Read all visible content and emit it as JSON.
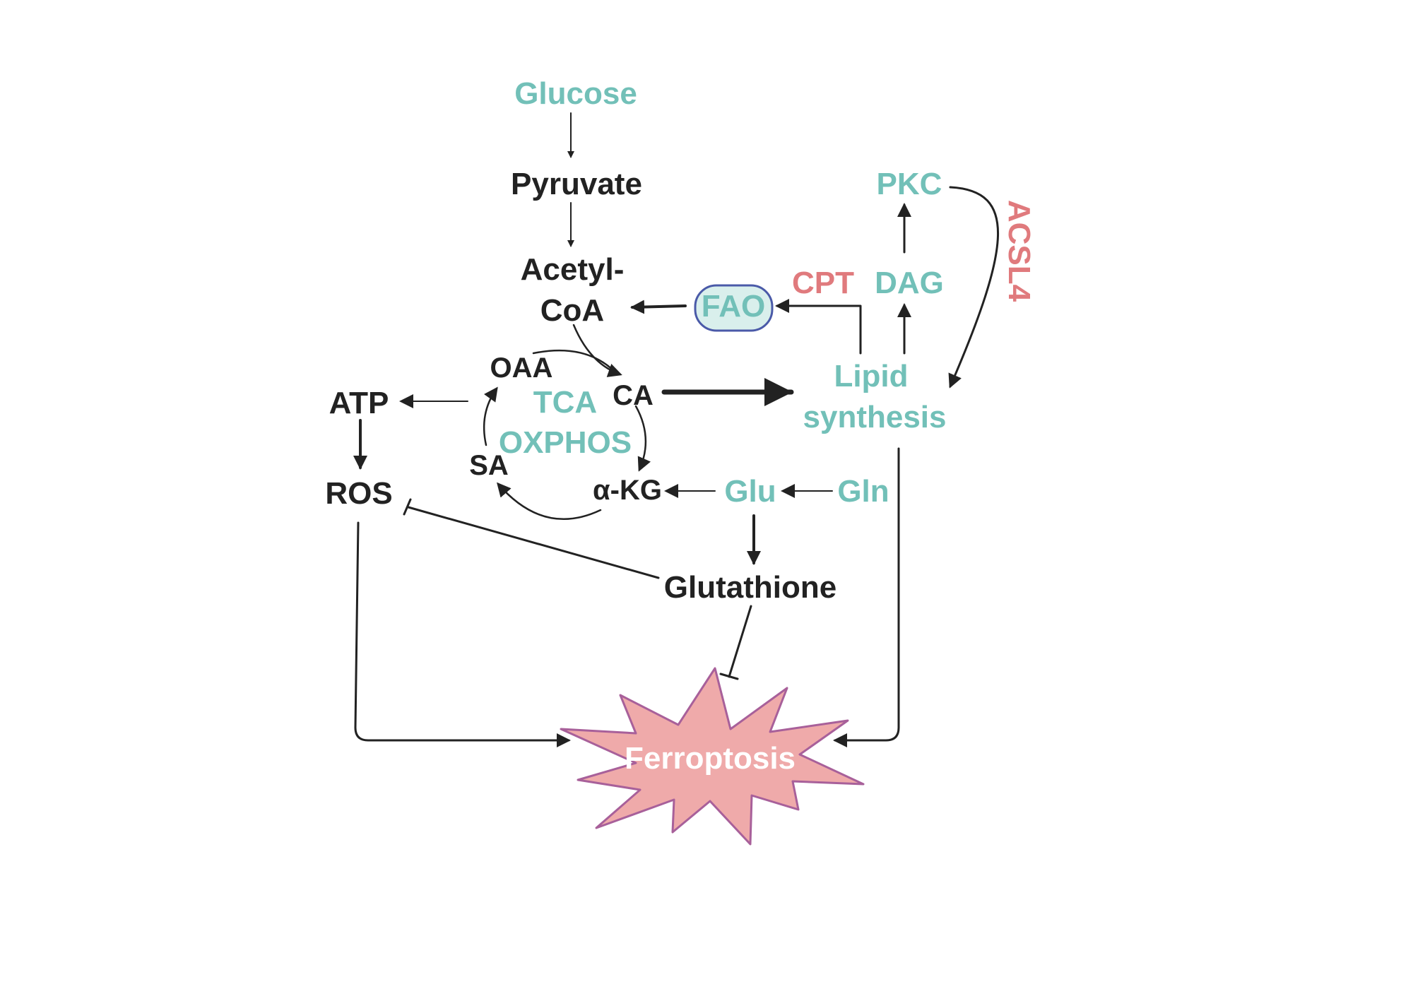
{
  "colors": {
    "dark": "#222222",
    "teal": "#72c0b8",
    "red": "#e07a7d",
    "fao_fill": "#d9efec",
    "fao_border": "#4a5aa8",
    "burst_fill": "#efaaaa",
    "burst_border": "#a8609a"
  },
  "nodes": {
    "glucose": "Glucose",
    "pyruvate": "Pyruvate",
    "acetyl_line1": "Acetyl-",
    "acetyl_line2": "CoA",
    "oaa": "OAA",
    "ca": "CA",
    "sa": "SA",
    "akg": "α-KG",
    "tca": "TCA",
    "oxphos": "OXPHOS",
    "atp": "ATP",
    "ros": "ROS",
    "glu": "Glu",
    "gln": "Gln",
    "glutathione": "Glutathione",
    "fao": "FAO",
    "cpt": "CPT",
    "dag": "DAG",
    "pkc": "PKC",
    "acsl4": "ACSL4",
    "lipid_line1": "Lipid",
    "lipid_line2": "synthesis",
    "ferroptosis": "Ferroptosis"
  }
}
